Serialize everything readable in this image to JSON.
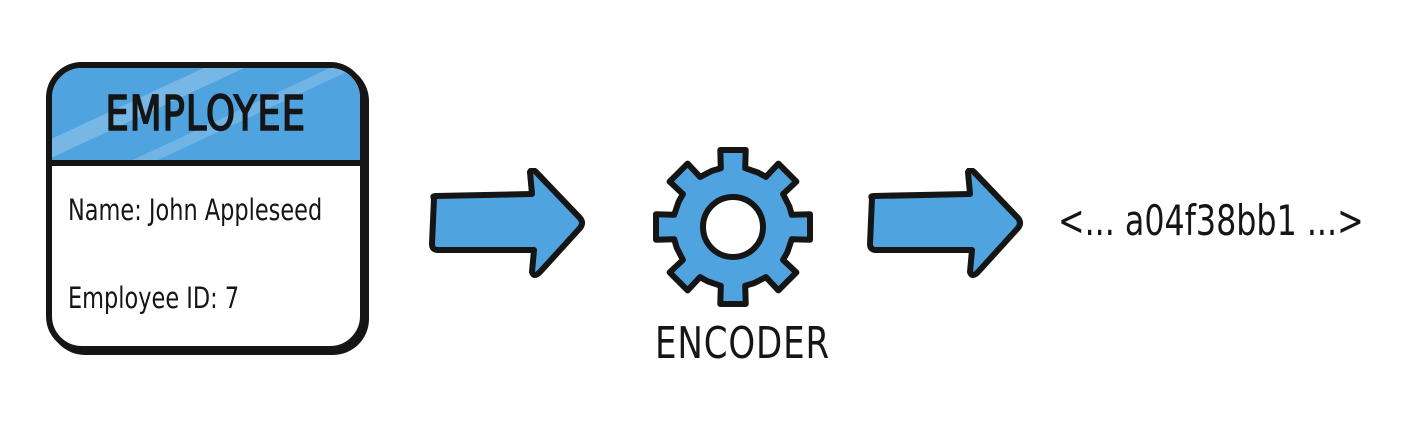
{
  "card": {
    "title": "EMPLOYEE",
    "name_line": "Name: John Appleseed",
    "id_line": "Employee ID: 7"
  },
  "encoder": {
    "label": "ENCODER",
    "icon": "gear-icon"
  },
  "output": {
    "text": "<... a04f38bb1 ...>"
  },
  "colors": {
    "accent_blue": "#4fa3df",
    "outline": "#151515",
    "background": "#ffffff"
  }
}
